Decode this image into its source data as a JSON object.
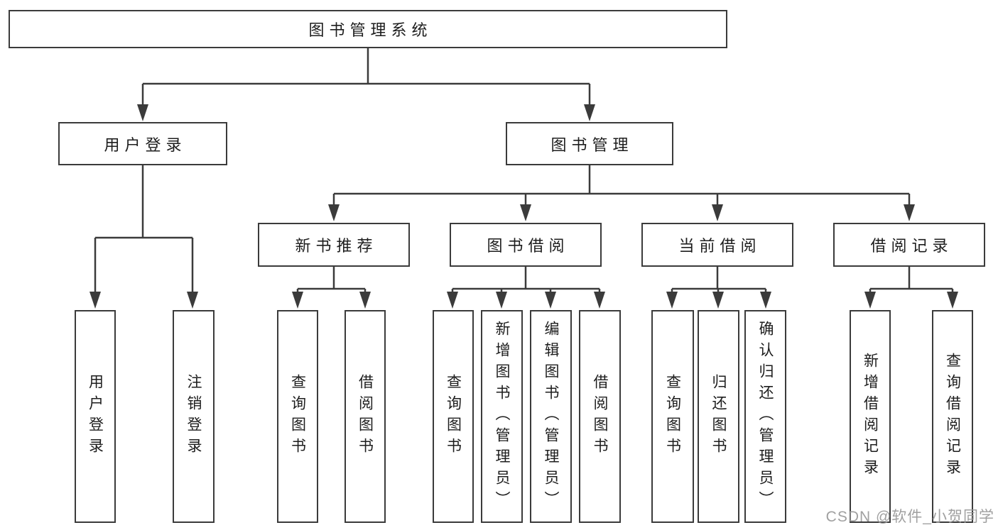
{
  "diagram": {
    "root": {
      "label": "图书管理系统"
    },
    "user_login": {
      "label": "用户登录",
      "children": {
        "login": {
          "label": "用户登录"
        },
        "logout": {
          "label": "注销登录"
        }
      }
    },
    "book_mgmt": {
      "label": "图书管理",
      "children": {
        "new_books": {
          "label": "新书推荐",
          "children": {
            "query": {
              "label": "查询图书"
            },
            "borrow": {
              "label": "借阅图书"
            }
          }
        },
        "borrowing": {
          "label": "图书借阅",
          "children": {
            "query": {
              "label": "查询图书"
            },
            "add": {
              "label": "新增图书（管理员）"
            },
            "edit": {
              "label": "编辑图书（管理员）"
            },
            "borrow": {
              "label": "借阅图书"
            }
          }
        },
        "current": {
          "label": "当前借阅",
          "children": {
            "query": {
              "label": "查询图书"
            },
            "return": {
              "label": "归还图书"
            },
            "confirm": {
              "label": "确认归还（管理员）"
            }
          }
        },
        "records": {
          "label": "借阅记录",
          "children": {
            "add": {
              "label": "新增借阅记录"
            },
            "query": {
              "label": "查询借阅记录"
            }
          }
        }
      }
    }
  },
  "watermark": {
    "text": "CSDN @软件_小贺同学"
  },
  "colors": {
    "background": "#ffffff",
    "box_fill": "#ffffff",
    "box_border": "#3b3b3b",
    "line": "#3b3b3b",
    "text": "#1d1d1d",
    "watermark": "#989898"
  }
}
